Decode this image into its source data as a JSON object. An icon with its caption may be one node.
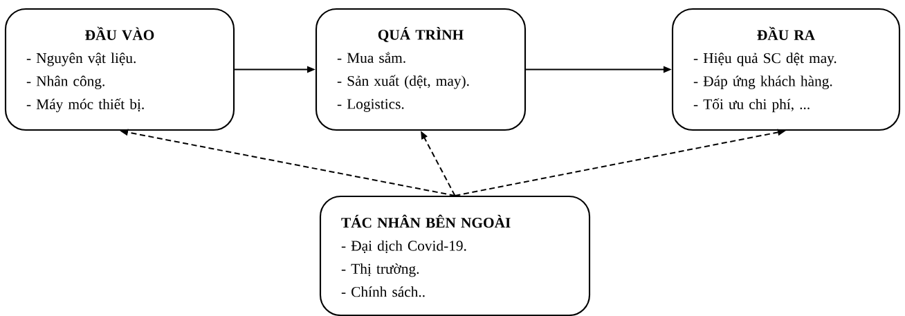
{
  "diagram": {
    "nodes": [
      {
        "text": [
          "ĐẦU VÀO",
          "- Nguyên vật liệu.",
          "- Nhân công.",
          "- Máy móc thiết bị."
        ]
      },
      {
        "text": [
          "QUÁ TRÌNH",
          "- Mua sắm.",
          "- Sản xuất (dệt, may).",
          "- Logistics."
        ]
      },
      {
        "text": [
          "ĐẦU RA",
          "- Hiệu quả SC dệt may.",
          "- Đáp ứng khách hàng.",
          "- Tối ưu chi phí, ..."
        ]
      },
      {
        "text": [
          "TÁC NHÂN BÊN NGOÀI",
          "- Đại dịch Covid-19.",
          "- Thị trường.",
          "- Chính sách.."
        ]
      }
    ],
    "edges": [
      {
        "from": 0,
        "to": 1,
        "arrow": "to"
      },
      {
        "from": 1,
        "to": 2,
        "arrow": "to"
      },
      {
        "from": 3,
        "to": 0,
        "arrow": "to",
        "style": "dashed"
      },
      {
        "from": 3,
        "to": 1,
        "arrow": "to",
        "style": "dashed"
      },
      {
        "from": 3,
        "to": 2,
        "arrow": "to",
        "style": "dashed"
      }
    ]
  }
}
